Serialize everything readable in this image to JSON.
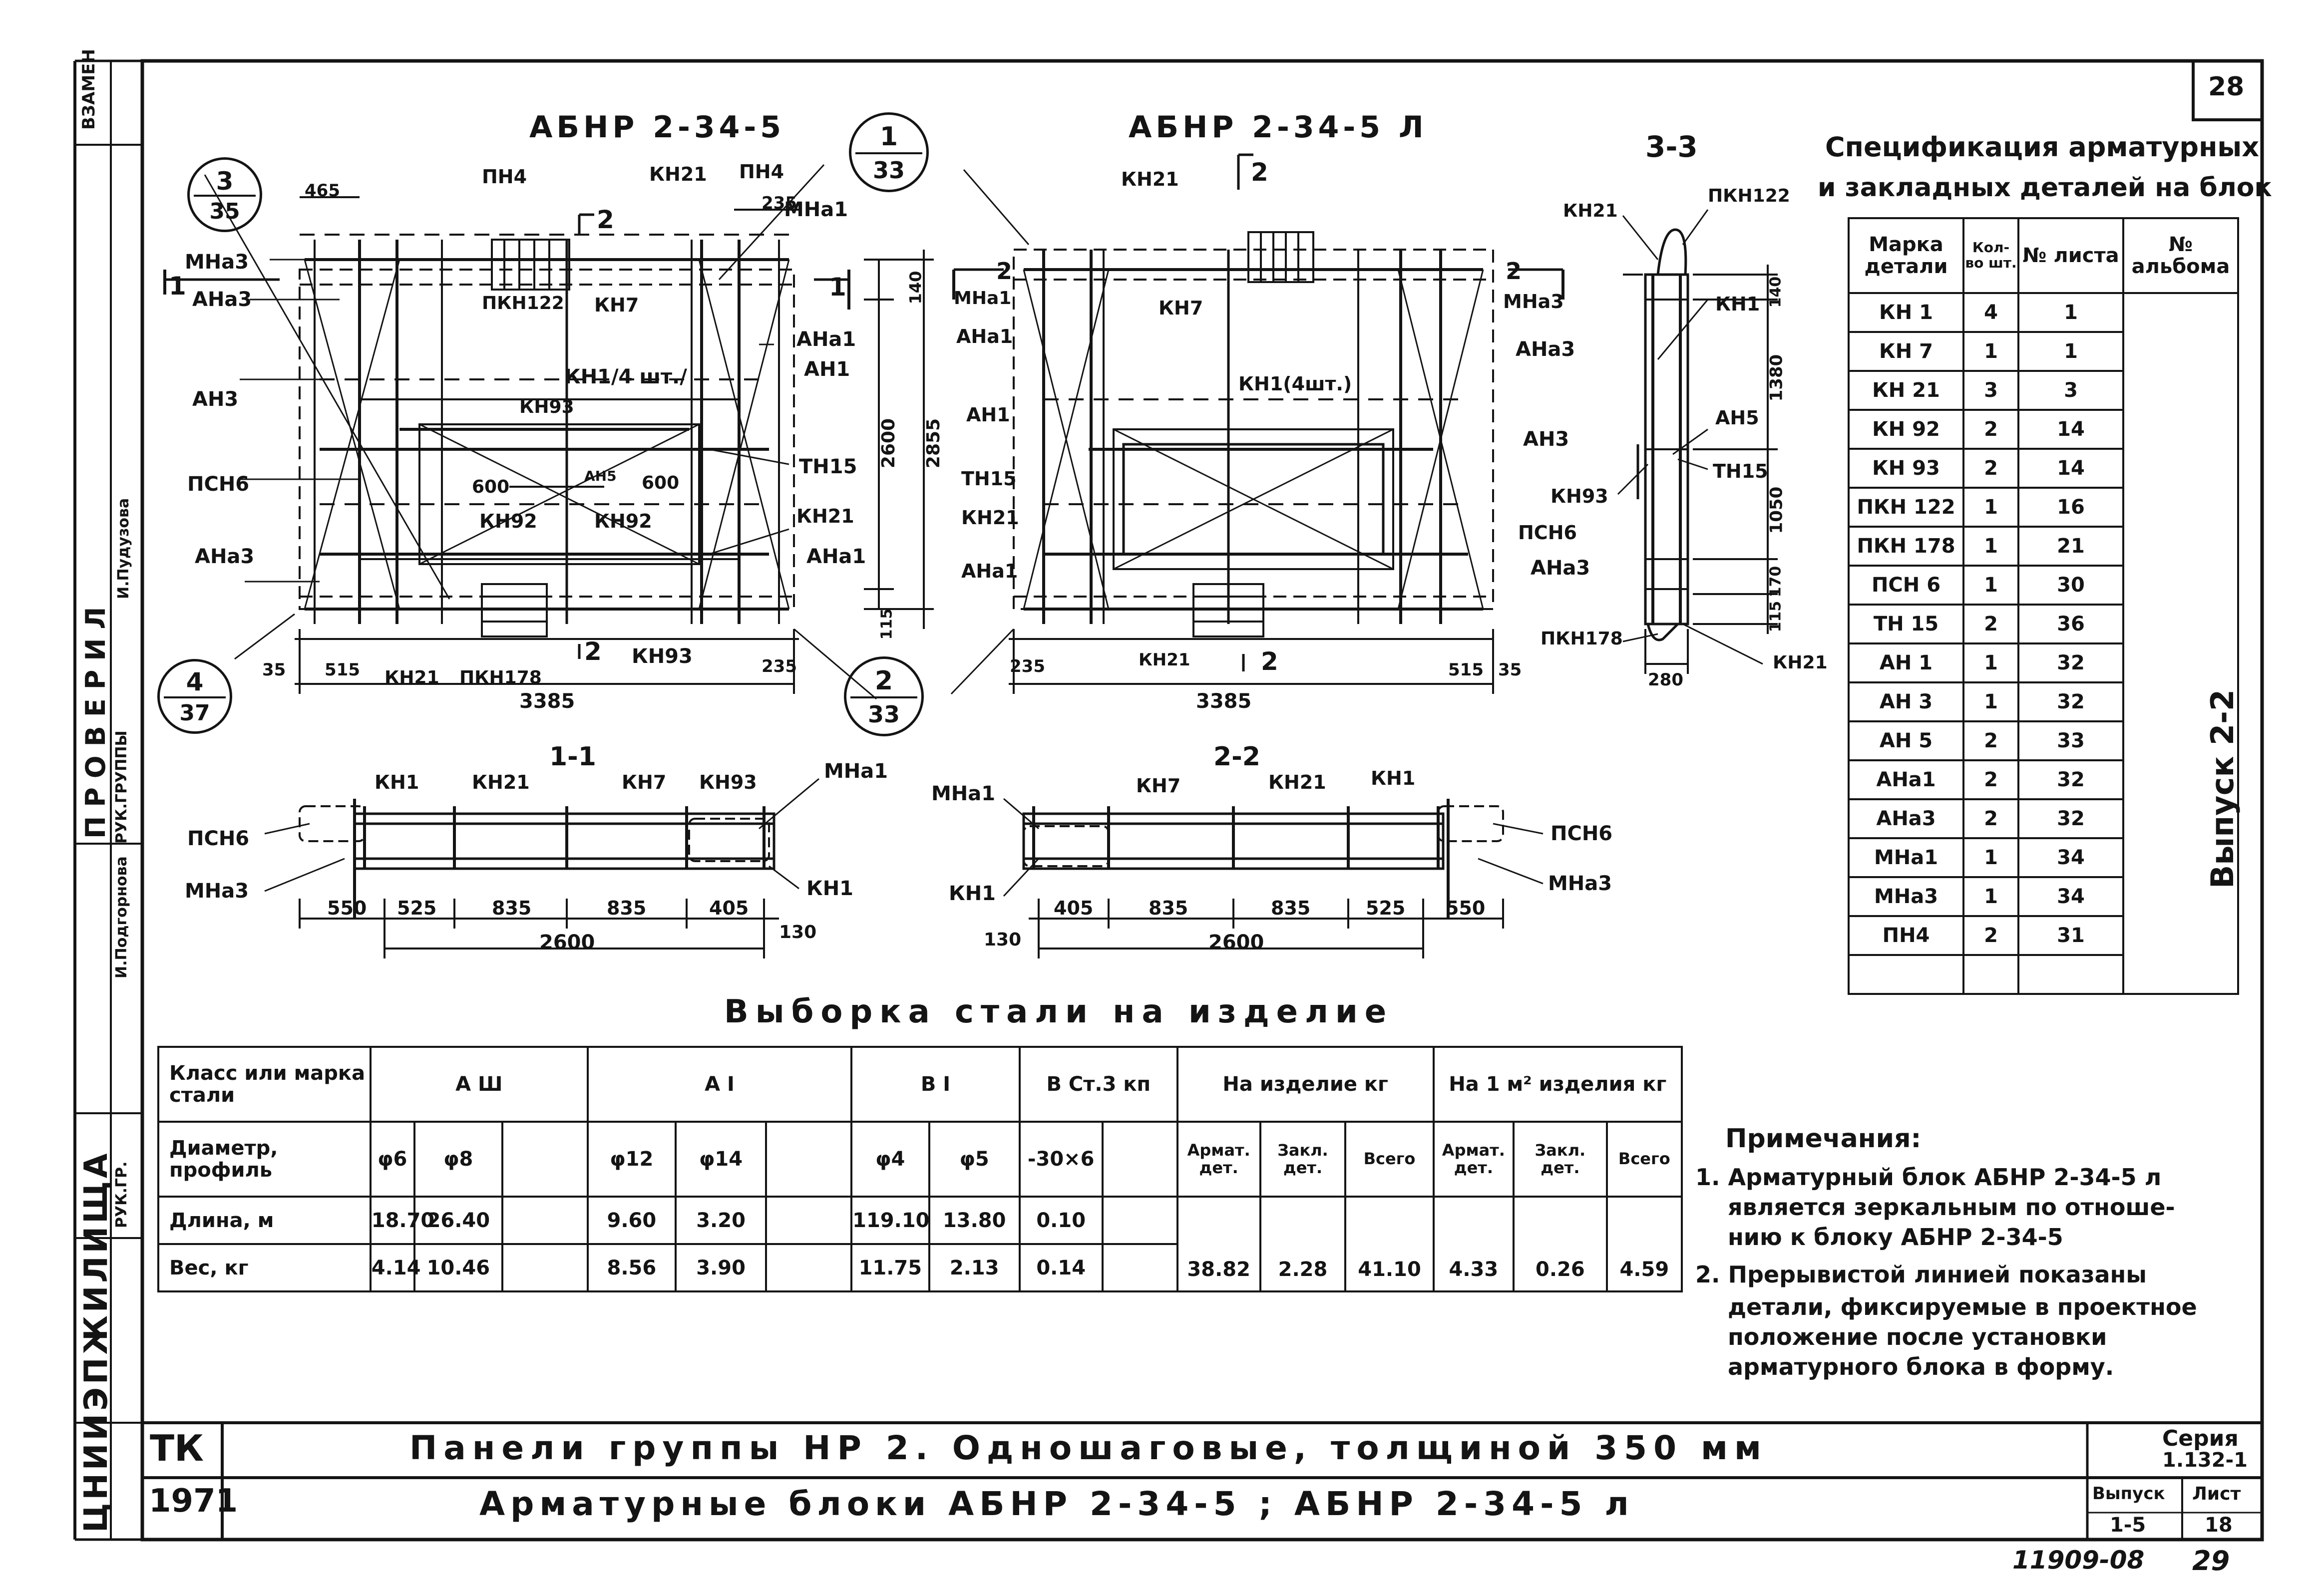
{
  "sheet_number": "28",
  "left_margin": {
    "vzamen": "ВЗАМЕН",
    "proveril": "ПРОВЕРИЛ",
    "ruk_gruppy": "РУК.ГРУППЫ",
    "institute": "ЦНИИЭПЖИЛИЩА",
    "ruk_gr": "РУК.ГР.",
    "podgornova": "И.Подгорнова",
    "pudyzova": "И.Пудузова"
  },
  "views": {
    "front_left": {
      "title": "АБНР 2-34-5"
    },
    "front_right": {
      "title": "АБНР 2-34-5 Л"
    },
    "section_3_3": {
      "title": "3-3"
    },
    "section_1_1": {
      "title": "1-1"
    },
    "section_2_2": {
      "title": "2-2"
    }
  },
  "callouts": [
    {
      "top": "3",
      "bottom": "35"
    },
    {
      "top": "1",
      "bottom": "33"
    },
    {
      "top": "4",
      "bottom": "37"
    },
    {
      "top": "2",
      "bottom": "33"
    }
  ],
  "section_marks": {
    "s1": "1",
    "s2": "2"
  },
  "labels_left": {
    "pn4_a": "ПН4",
    "kn21_top": "КН21",
    "pn4_b": "ПН4",
    "mna1": "МНа1",
    "mna3": "МНа3",
    "ana3_top": "АНа3",
    "pkn122": "ПКН122",
    "kn7": "КН7",
    "ana1": "АНа1",
    "kn1_4": "КН1/4 шт./",
    "an3": "АН3",
    "an1": "АН1",
    "kn93_top": "КН93",
    "psn6": "ПСН6",
    "tn15": "ТН15",
    "an5": "АН5",
    "kn92_a": "КН92",
    "kn92_b": "КН92",
    "kn21_mid": "КН21",
    "ana3_bot": "АНа3",
    "ana1_bot": "АНа1",
    "kn21_bot": "КН21",
    "pkn178": "ПКН178",
    "kn93_bot": "КН93"
  },
  "labels_right": {
    "kn21_top": "КН21",
    "mna1": "МНа1",
    "kn7": "КН7",
    "mna3": "МНа3",
    "ana1": "АНа1",
    "ana3": "АНа3",
    "kn1_4": "КН1(4шт.)",
    "an1": "АН1",
    "an3": "АН3",
    "tn15": "ТН15",
    "kn21": "КН21",
    "psn6": "ПСН6",
    "ana1_bot": "АНа1",
    "ana3_bot": "АНа3",
    "kn21_bot": "КН21"
  },
  "labels_33": {
    "kn21": "КН21",
    "pkn122": "ПКН122",
    "kn1": "КН1",
    "an5": "АН5",
    "kn93": "КН93",
    "tn15": "ТН15",
    "pkn178": "ПКН178",
    "kn21_b": "КН21"
  },
  "labels_11": {
    "kn1": "КН1",
    "kn21": "КН21",
    "kn7": "КН7",
    "kn93": "КН93",
    "mna1": "МНа1",
    "psn6": "ПСН6",
    "mna3": "МНа3",
    "kn1_b": "КН1"
  },
  "labels_22": {
    "mna1": "МНа1",
    "kn7": "КН7",
    "kn21": "КН21",
    "kn1": "КН1",
    "psn6": "ПСН6",
    "mna3": "МНа3",
    "kn1_b": "КН1"
  },
  "dims_left": {
    "d465": "465",
    "d235": "235",
    "d140": "140",
    "d2600": "2600",
    "d2855": "2855",
    "d600a": "600",
    "d600b": "600",
    "d115": "115",
    "d35": "35",
    "d515": "515",
    "d235b": "235",
    "d3385": "3385"
  },
  "dims_right": {
    "d235": "235",
    "d515": "515",
    "d35": "35",
    "d3385": "3385"
  },
  "dims_33": {
    "d140": "140",
    "d1380": "1380",
    "d1050": "1050",
    "d170": "170",
    "d115": "115",
    "d280": "280"
  },
  "dims_11": [
    "550",
    "525",
    "835",
    "835",
    "405",
    "130",
    "2600"
  ],
  "dims_22": [
    "130",
    "405",
    "835",
    "835",
    "525",
    "550",
    "2600"
  ],
  "spec": {
    "title_line1": "Спецификация арматурных",
    "title_line2": "и закладных деталей на блок",
    "headers": [
      "Марка детали",
      "Кол-во шт.",
      "№ листа",
      "№ альбома"
    ],
    "album": "Выпуск 2-2",
    "rows": [
      [
        "КН 1",
        "4",
        "1"
      ],
      [
        "КН 7",
        "1",
        "1"
      ],
      [
        "КН 21",
        "3",
        "3"
      ],
      [
        "КН 92",
        "2",
        "14"
      ],
      [
        "КН 93",
        "2",
        "14"
      ],
      [
        "ПКН 122",
        "1",
        "16"
      ],
      [
        "ПКН 178",
        "1",
        "21"
      ],
      [
        "ПСН 6",
        "1",
        "30"
      ],
      [
        "ТН 15",
        "2",
        "36"
      ],
      [
        "АН 1",
        "1",
        "32"
      ],
      [
        "АН 3",
        "1",
        "32"
      ],
      [
        "АН 5",
        "2",
        "33"
      ],
      [
        "АНа1",
        "2",
        "32"
      ],
      [
        "АНа3",
        "2",
        "32"
      ],
      [
        "МНа1",
        "1",
        "34"
      ],
      [
        "МНа3",
        "1",
        "34"
      ],
      [
        "ПН4",
        "2",
        "31"
      ],
      [
        "",
        "",
        ""
      ]
    ]
  },
  "steel": {
    "title": "Выборка стали на изделие",
    "h_class": "Класс или марка стали",
    "h_a3": "А Ш",
    "h_a1": "А I",
    "h_b1": "В I",
    "h_bst": "В Ст.3 кп",
    "h_na_izd": "На изделие кг",
    "h_na_m2": "На 1 м² изделия кг",
    "h_diam": "Диаметр, профиль",
    "h_len": "Длина, м",
    "h_weight": "Вес, кг",
    "diameters": [
      "φ6",
      "φ8",
      "",
      "φ12",
      "φ14",
      "",
      "φ4",
      "φ5",
      "-30×6",
      ""
    ],
    "lengths": [
      "18.70",
      "26.40",
      "",
      "9.60",
      "3.20",
      "",
      "119.10",
      "13.80",
      "0.10",
      ""
    ],
    "weights": [
      "4.14",
      "10.46",
      "",
      "8.56",
      "3.90",
      "",
      "11.75",
      "2.13",
      "0.14",
      ""
    ],
    "sub_headers": [
      "Армат. дет.",
      "Закл. дет.",
      "Всего",
      "Армат. дет.",
      "Закл. дет.",
      "Всего"
    ],
    "totals": [
      "38.82",
      "2.28",
      "41.10",
      "4.33",
      "0.26",
      "4.59"
    ]
  },
  "notes": {
    "heading": "Примечания:",
    "lines": [
      "1. Арматурный блок АБНР 2-34-5 л",
      "является зеркальным по отноше-",
      "нию к блоку АБНР 2-34-5",
      "2. Прерывистой линией показаны",
      "детали, фиксируемые в проектное",
      "положение после установки",
      "арматурного блока в форму."
    ]
  },
  "title_block": {
    "tk": "ТК",
    "year": "1971",
    "line1": "Панели группы НР 2. Одношаговые, толщиной 350 мм",
    "line2": "Арматурные блоки АБНР 2-34-5 ; АБНР 2-34-5 л",
    "seria_label": "Серия",
    "seria": "1.132-1",
    "vypusk_label": "Выпуск",
    "vypusk": "1-5",
    "list_label": "Лист",
    "list": "18"
  },
  "footer": {
    "code": "11909-08",
    "page": "29"
  }
}
